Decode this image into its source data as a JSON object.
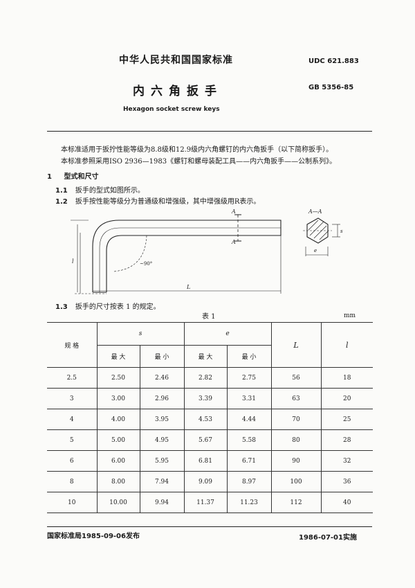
{
  "header": {
    "org": "中华人民共和国国家标准",
    "udc": "UDC 621.883",
    "title": "内六角扳手",
    "gb": "GB 5356-85",
    "title_en": "Hexagon socket screw keys"
  },
  "intro": {
    "p1": "本标准适用于扳拧性能等级为8.8级和12.9级内六角螺钉的内六角扳手（以下简称扳手）。",
    "p2": "本标准参照采用ISO 2936—1983《螺钉和螺母装配工具——内六角扳手——公制系列》。"
  },
  "section1": {
    "num": "1",
    "title": "型式和尺寸",
    "items": [
      {
        "num": "1.1",
        "text": "扳手的型式如图所示。"
      },
      {
        "num": "1.2",
        "text": "扳手按性能等级分为普通级和增强级，其中增强级用R表示。"
      },
      {
        "num": "1.3",
        "text": "扳手的尺寸按表 1 的规定。"
      }
    ]
  },
  "figure": {
    "section_label": "A",
    "section_view": "A—A",
    "angle": "~90°",
    "dim_l_upper": "L",
    "dim_l_lower": "l",
    "dim_s": "s",
    "dim_e": "e"
  },
  "table": {
    "caption": "表 1",
    "unit": "mm",
    "headers": {
      "spec": "规 格",
      "s": "s",
      "e": "e",
      "L": "L",
      "l": "l",
      "max": "最 大",
      "min": "最 小"
    },
    "rows": [
      [
        "2.5",
        "2.50",
        "2.46",
        "2.82",
        "2.75",
        "56",
        "18"
      ],
      [
        "3",
        "3.00",
        "2.96",
        "3.39",
        "3.31",
        "63",
        "20"
      ],
      [
        "4",
        "4.00",
        "3.95",
        "4.53",
        "4.44",
        "70",
        "25"
      ],
      [
        "5",
        "5.00",
        "4.95",
        "5.67",
        "5.58",
        "80",
        "28"
      ],
      [
        "6",
        "6.00",
        "5.95",
        "6.81",
        "6.71",
        "90",
        "32"
      ],
      [
        "8",
        "8.00",
        "7.94",
        "9.09",
        "8.97",
        "100",
        "36"
      ],
      [
        "10",
        "10.00",
        "9.94",
        "11.37",
        "11.23",
        "112",
        "40"
      ]
    ]
  },
  "footer": {
    "issued": "国家标准局1985-09-06发布",
    "effective": "1986-07-01实施"
  }
}
